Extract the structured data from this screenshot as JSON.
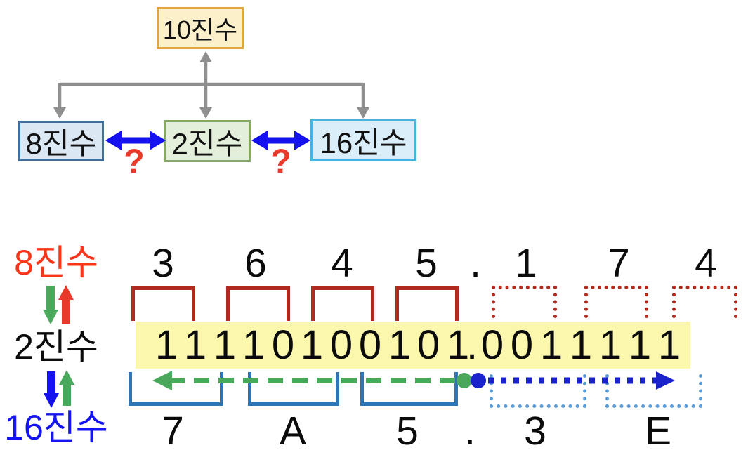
{
  "top_diagram": {
    "decimal_box": "10진수",
    "octal_box": "8진수",
    "binary_box": "2진수",
    "hex_box": "16진수",
    "question_left": "?",
    "question_right": "?"
  },
  "conversion": {
    "octal_label": "8진수",
    "binary_label": "2진수",
    "hex_label": "16진수",
    "octal_integer_digits": [
      "3",
      "6",
      "4",
      "5"
    ],
    "octal_point": ".",
    "octal_fraction_digits": [
      "1",
      "7",
      "4"
    ],
    "binary_integer_digits": [
      "1",
      "1",
      "1",
      "1",
      "0",
      "1",
      "0",
      "0",
      "1",
      "0",
      "1"
    ],
    "binary_point": ".",
    "binary_fraction_digits": [
      "0",
      "0",
      "1",
      "1",
      "1",
      "1",
      "1"
    ],
    "hex_integer_digits": [
      "7",
      "A",
      "5"
    ],
    "hex_point": ".",
    "hex_fraction_digits": [
      "3",
      "E"
    ]
  },
  "colors": {
    "decimal_box_fill": "#FCF0CA",
    "decimal_box_border": "#DCA73E",
    "octal_box_fill": "#DBE7F3",
    "octal_box_border": "#3F6E9E",
    "binary_box_fill": "#E3EFDA",
    "binary_box_border": "#86A865",
    "hex_box_fill": "#D9EEF9",
    "hex_box_border": "#48B3E2",
    "connector_gray": "#8F8F8F",
    "double_arrow_blue": "#1512EF",
    "question_red": "#E8392B",
    "octal_label_red": "#FA3519",
    "hex_label_blue": "#1414F5",
    "green_arrow": "#49A85B",
    "red_arrow": "#E8392B",
    "blue_arrow": "#1512EF",
    "octal_bracket_red": "#B02A1D",
    "hex_bracket_blue": "#2E75B6",
    "hex_bracket_dotted": "#5B9BD5",
    "integer_sweep_green": "#49A85B",
    "fraction_sweep_blue": "#1A22CC",
    "binary_highlight_yellow": "#FBF7AC"
  }
}
